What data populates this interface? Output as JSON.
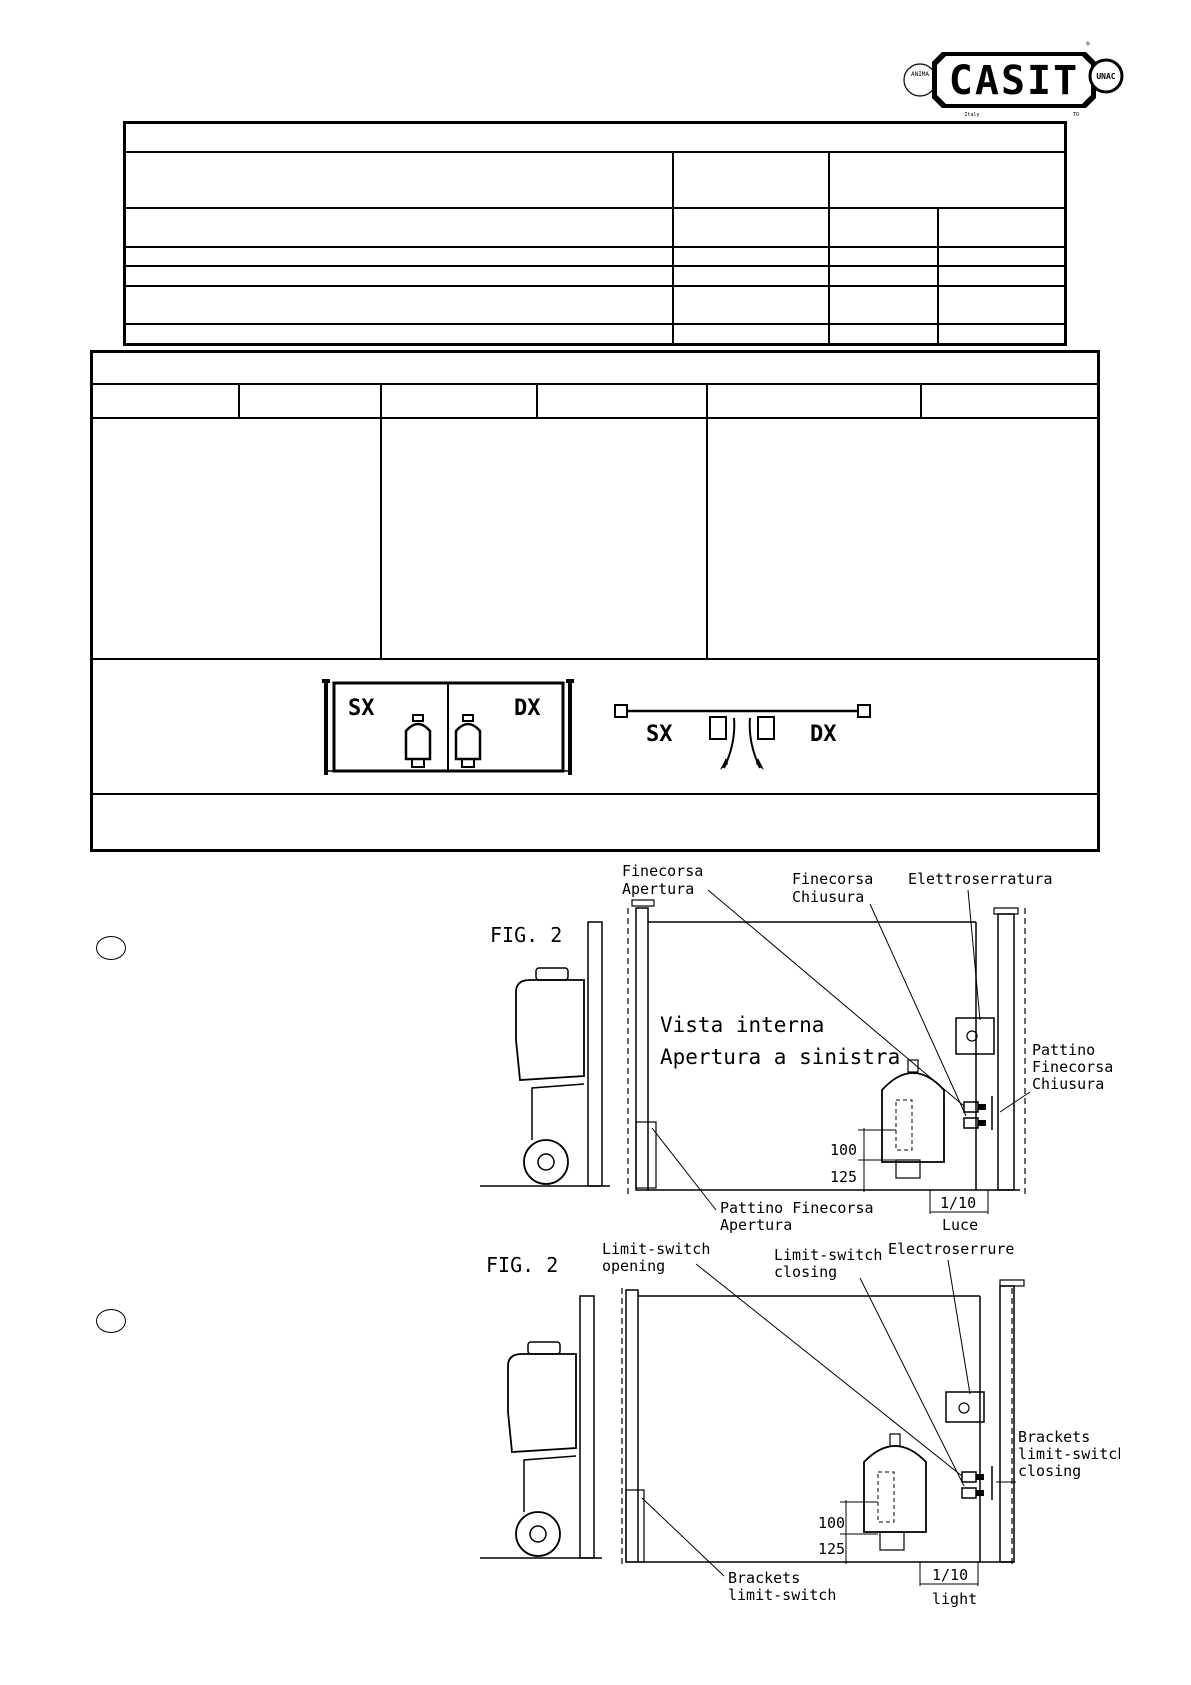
{
  "logo": {
    "brand": "CASIT",
    "left_badge": "ANIMA",
    "right_badge": "UNAC",
    "sub_left": "Italy",
    "sub_right": "TO",
    "registered": "®"
  },
  "gate_diagram": {
    "left_label": "SX",
    "right_label": "DX",
    "plan_left": "SX",
    "plan_right": "DX"
  },
  "fig_it": {
    "fig_label": "FIG. 2",
    "opening_limit": [
      "Finecorsa",
      "Apertura"
    ],
    "closing_limit": [
      "Finecorsa",
      "Chiusura"
    ],
    "lock": "Elettroserratura",
    "view_line1": "Vista  interna",
    "view_line2": "Apertura  a  sinistra",
    "closing_bracket": [
      "Pattino",
      "Finecorsa",
      "Chiusura"
    ],
    "opening_bracket": [
      "Pattino  Finecorsa",
      "Apertura"
    ],
    "dim_100": "100",
    "dim_125": "125",
    "ratio": "1/10",
    "span": "Luce"
  },
  "fig_en": {
    "fig_label": "FIG. 2",
    "opening_limit": [
      "Limit-switch",
      "opening"
    ],
    "closing_limit": [
      "Limit-switch",
      "closing"
    ],
    "lock": "Electroserrure",
    "closing_bracket": [
      "Brackets",
      "limit-switch",
      "closing"
    ],
    "opening_bracket": [
      "Brackets",
      "limit-switch"
    ],
    "dim_100": "100",
    "dim_125": "125",
    "ratio": "1/10",
    "span": "light"
  }
}
